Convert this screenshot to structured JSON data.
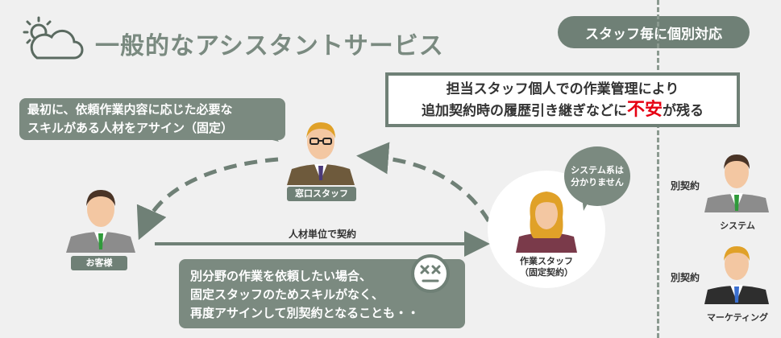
{
  "header": {
    "title": "一般的なアシスタントサービス"
  },
  "right_panel": {
    "pill_label": "スタッフ毎に個別対応",
    "contract1": "別契約",
    "person1": "システム",
    "contract2": "別契約",
    "person2": "マーケティング"
  },
  "warning": {
    "line1": "担当スタッフ個人での作業管理により",
    "line2_pre": "追加契約時の履歴引き継ぎなどに",
    "line2_red": "不安",
    "line2_post": "が残る"
  },
  "bubble_top": {
    "line1": "最初に、依頼作業内容に応じた必要な",
    "line2": "スキルがある人材をアサイン（固定）"
  },
  "bubble_bottom": {
    "line1": "別分野の作業を依頼したい場合、",
    "line2": "固定スタッフのためスキルがなく、",
    "line3": "再度アサインして別契約となることも・・"
  },
  "labels": {
    "window_staff": "窓口スタッフ",
    "customer": "お客様",
    "arrow_label": "人材単位で契約",
    "work_staff_1": "作業スタッフ",
    "work_staff_2": "（固定契約）"
  },
  "thought": {
    "line1": "システム系は",
    "line2": "分かりません"
  },
  "colors": {
    "accent": "#6f8076",
    "warning_red": "#e60012",
    "background": "#f0f0f0"
  }
}
